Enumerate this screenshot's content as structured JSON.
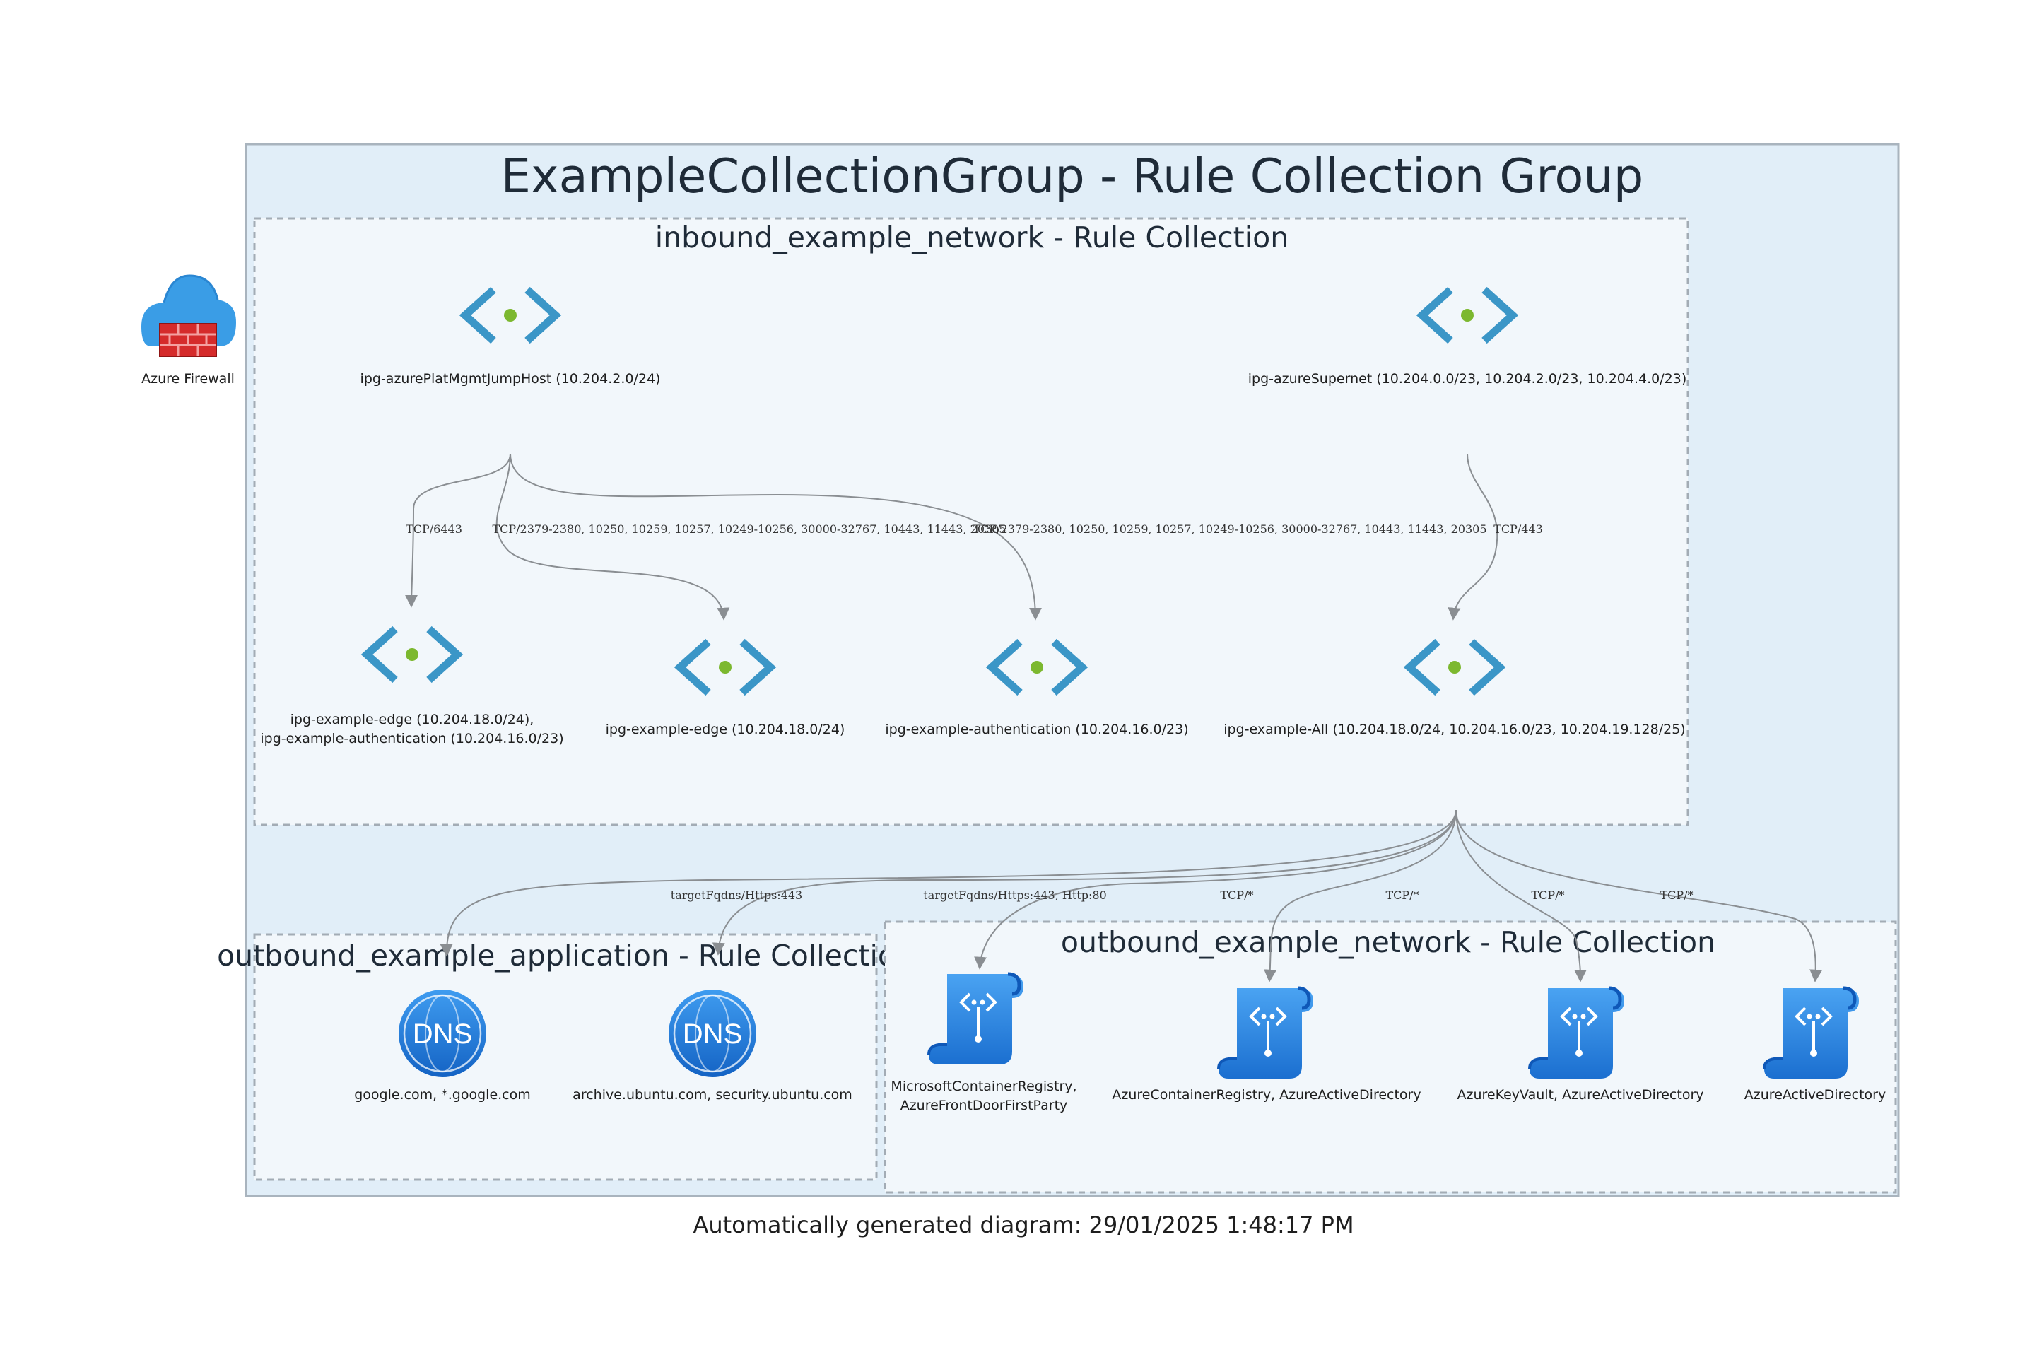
{
  "group": {
    "title": "ExampleCollectionGroup - Rule Collection Group"
  },
  "firewall": {
    "label": "Azure Firewall",
    "icon": "azure-firewall-icon"
  },
  "collections": {
    "inbound": {
      "title": "inbound_example_network - Rule Collection"
    },
    "outbound_app": {
      "title": "outbound_example_application - Rule Collection"
    },
    "outbound_net": {
      "title": "outbound_example_network - Rule Collection"
    }
  },
  "nodes": {
    "src1": {
      "label": "ipg-azurePlatMgmtJumpHost (10.204.2.0/24)",
      "icon": "ip-group-icon"
    },
    "src2": {
      "label": "ipg-azureSupernet (10.204.0.0/23, 10.204.2.0/23, 10.204.4.0/23)",
      "icon": "ip-group-icon"
    },
    "dst1": {
      "label_line1": "ipg-example-edge (10.204.18.0/24),",
      "label_line2": "ipg-example-authentication (10.204.16.0/23)",
      "icon": "ip-group-icon"
    },
    "dst2": {
      "label": "ipg-example-edge (10.204.18.0/24)",
      "icon": "ip-group-icon"
    },
    "dst3": {
      "label": "ipg-example-authentication (10.204.16.0/23)",
      "icon": "ip-group-icon"
    },
    "dst4": {
      "label": "ipg-example-All (10.204.18.0/24, 10.204.16.0/23, 10.204.19.128/25)",
      "icon": "ip-group-icon"
    },
    "dns1": {
      "label": "google.com, *.google.com",
      "icon": "dns-icon",
      "icon_text": "DNS"
    },
    "dns2": {
      "label": "archive.ubuntu.com, security.ubuntu.com",
      "icon": "dns-icon",
      "icon_text": "DNS"
    },
    "svc1": {
      "label_line1": "MicrosoftContainerRegistry,",
      "label_line2": "AzureFrontDoorFirstParty",
      "icon": "service-tag-icon"
    },
    "svc2": {
      "label": "AzureContainerRegistry, AzureActiveDirectory",
      "icon": "service-tag-icon"
    },
    "svc3": {
      "label": "AzureKeyVault, AzureActiveDirectory",
      "icon": "service-tag-icon"
    },
    "svc4": {
      "label": "AzureActiveDirectory",
      "icon": "service-tag-icon"
    }
  },
  "edges": {
    "e1": "TCP/6443",
    "e2": "TCP/2379-2380, 10250, 10259, 10257, 10249-10256, 30000-32767, 10443, 11443, 20305",
    "e3": "TCP/2379-2380, 10250, 10259, 10257, 10249-10256, 30000-32767, 10443, 11443, 20305",
    "e4": "TCP/443",
    "o1": "targetFqdns/Https:443",
    "o2": "targetFqdns/Https:443, Http:80",
    "o3": "TCP/*",
    "o4": "TCP/*",
    "o5": "TCP/*",
    "o6": "TCP/*"
  },
  "footer": "Automatically generated diagram: 29/01/2025 1:48:17 PM",
  "colors": {
    "group_fill": "#e1eef8",
    "group_stroke": "#a9b4be",
    "collection_fill": "#f2f7fb",
    "collection_stroke": "#a3acb5",
    "ip_bracket": "#3b96c7",
    "ip_dot": "#7cb82f",
    "dns_blue": "#1f7fd6",
    "service_blue": "#2a8ae0",
    "firewall_cloud": "#3a9de6",
    "firewall_brick": "#d52b2b"
  }
}
